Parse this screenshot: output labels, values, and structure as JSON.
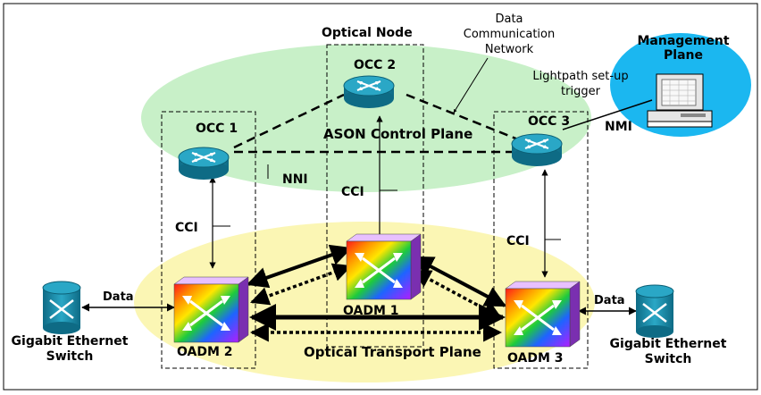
{
  "control_plane": {
    "label": "ASON Control Plane"
  },
  "transport_plane": {
    "label": "Optical Transport Plane"
  },
  "optical_node": {
    "label": "Optical Node"
  },
  "dcn": {
    "line1": "Data",
    "line2": "Communication",
    "line3": "Network"
  },
  "management": {
    "line1": "Management",
    "line2": "Plane",
    "trigger1": "Lightpath set-up",
    "trigger2": "trigger",
    "nmi": "NMI"
  },
  "occ": {
    "occ1": "OCC 1",
    "occ2": "OCC 2",
    "occ3": "OCC 3"
  },
  "interfaces": {
    "nni": "NNI",
    "cci": "CCI"
  },
  "oadm": {
    "oadm1": "OADM 1",
    "oadm2": "OADM 2",
    "oadm3": "OADM 3"
  },
  "switches": {
    "line1": "Gigabit Ethernet",
    "line2": "Switch",
    "data": "Data"
  },
  "colors": {
    "control_plane": "#c8f0c8",
    "transport_plane": "#fbf6b4",
    "management": "#1bb7f0",
    "router": "#1f95b3"
  }
}
